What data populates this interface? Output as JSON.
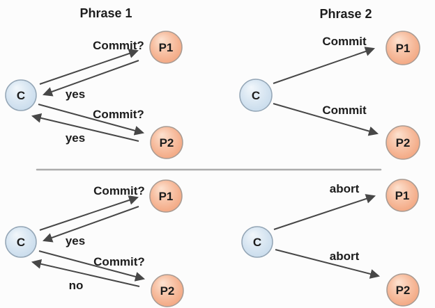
{
  "colors": {
    "background": "#fcfcfc",
    "coordinator_top": "#f2f7fb",
    "coordinator_bottom": "#bdd4e8",
    "participant_top": "#fde2d0",
    "participant_bottom": "#f0966b",
    "node_border_blue": "#93a5b5",
    "node_border_orange": "#a89b93",
    "arrow": "#474747",
    "divider": "#acacac",
    "text": "#1c1c1c"
  },
  "diagram": {
    "type": "two-phase-commit-protocol",
    "quadrants": {
      "top_left": {
        "title": "Phrase 1",
        "coordinator": "C",
        "exchanges": [
          {
            "participant": "P1",
            "request": "Commit?",
            "reply": "yes"
          },
          {
            "participant": "P2",
            "request": "Commit?",
            "reply": "yes"
          }
        ]
      },
      "top_right": {
        "title": "Phrase 2",
        "coordinator": "C",
        "exchanges": [
          {
            "participant": "P1",
            "message": "Commit"
          },
          {
            "participant": "P2",
            "message": "Commit"
          }
        ]
      },
      "bottom_left": {
        "coordinator": "C",
        "exchanges": [
          {
            "participant": "P1",
            "request": "Commit?",
            "reply": "yes"
          },
          {
            "participant": "P2",
            "request": "Commit?",
            "reply": "no"
          }
        ]
      },
      "bottom_right": {
        "coordinator": "C",
        "exchanges": [
          {
            "participant": "P1",
            "message": "abort"
          },
          {
            "participant": "P2",
            "message": "abort"
          }
        ]
      }
    }
  }
}
